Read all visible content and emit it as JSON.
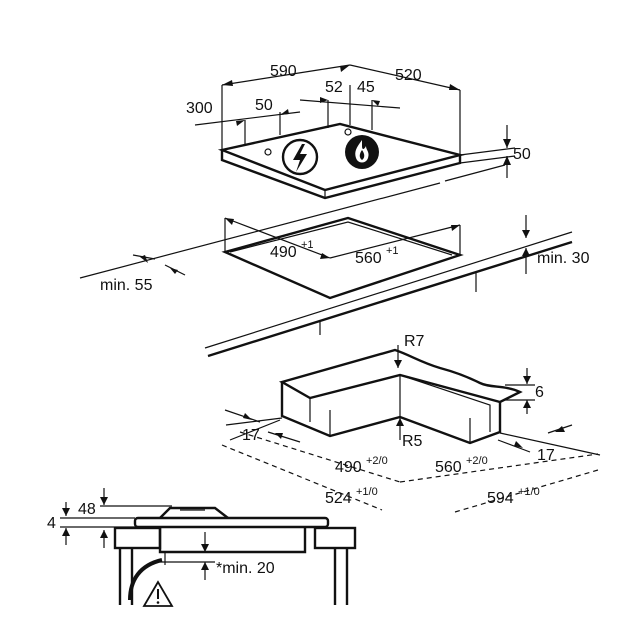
{
  "top": {
    "width": "590",
    "depth": "520",
    "offset_left": "300",
    "offset_50": "50",
    "offset_52": "52",
    "offset_45": "45",
    "height": "50",
    "icons": [
      "electric-bolt-icon",
      "gas-flame-icon"
    ]
  },
  "cutout": {
    "depth": "490",
    "depth_tol": "+1",
    "width": "560",
    "width_tol": "+1",
    "min_front": "min. 55",
    "min_thickness": "min. 30"
  },
  "frame": {
    "r7": "R7",
    "r5": "R5",
    "six": "6",
    "seventeen_left": "17",
    "seventeen_right": "17",
    "depth": "490",
    "depth_tol": "+2/0",
    "width": "560",
    "width_tol": "+2/0",
    "outer_depth": "524",
    "outer_depth_tol": "+1/0",
    "outer_width": "594",
    "outer_width_tol": "+1/0"
  },
  "section": {
    "four": "4",
    "fortyeight": "48",
    "min20": "*min. 20",
    "warning_icon": "warning-triangle-icon"
  }
}
